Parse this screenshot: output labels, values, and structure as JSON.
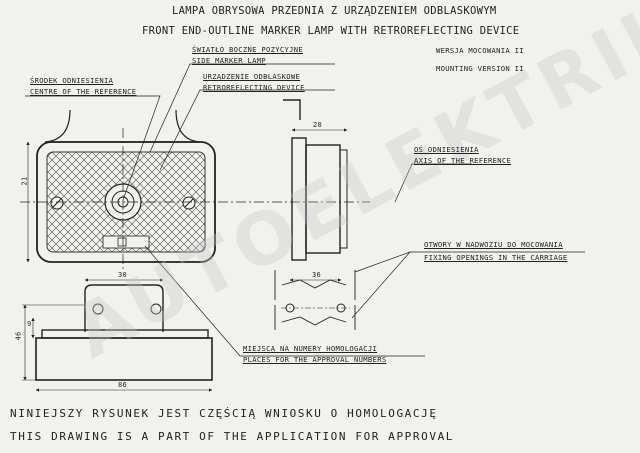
{
  "title": {
    "line1": "LAMPA OBRYSOWA PRZEDNIA Z URZĄDZENIEM ODBLASKOWYM",
    "line2": "FRONT END-OUTLINE MARKER LAMP WITH RETROREFLECTING DEVICE"
  },
  "version": {
    "pl": "WERSJA MOCOWANIA II",
    "en": "MOUNTING VERSION II"
  },
  "labels": {
    "center_pl": "ŚRODEK ODNIESIENIA",
    "center_en": "CENTRE OF THE REFERENCE",
    "side_pl": "ŚWIATŁO BOCZNE POZYCYJNE",
    "side_en": "SIDE MARKER LAMP",
    "retro_pl": "URZĄDZENIE ODBLASKOWE",
    "retro_en": "RETROREFLECTING DEVICE",
    "axis_pl": "OŚ ODNIESIENIA",
    "axis_en": "AXIS OF THE REFERENCE",
    "holes_pl": "OTWORY W NADWOZIU DO MOCOWANIA",
    "holes_en": "FIXING OPENINGS IN THE CARRIAGE",
    "approval_pl": "MIEJSCA NA NUMERY HOMOLOGACJI",
    "approval_en": "PLACES FOR THE APPROVAL NUMBERS"
  },
  "dimensions": {
    "d21": "21",
    "d20": "20",
    "d36": "36",
    "d30": "30",
    "d9": "9",
    "d46": "46",
    "d86": "86"
  },
  "footer": {
    "line1": "NINIEJSZY RYSUNEK JEST CZĘŚCIĄ WNIOSKU O HOMOLOGACJĘ",
    "line2": "THIS DRAWING IS A PART OF THE APPLICATION FOR APPROVAL"
  },
  "watermark": "AUTOELEKTRIK",
  "colors": {
    "paper": "#f1f1ee",
    "ink": "#1f1f1f",
    "watermark": "#c8c8c8"
  }
}
